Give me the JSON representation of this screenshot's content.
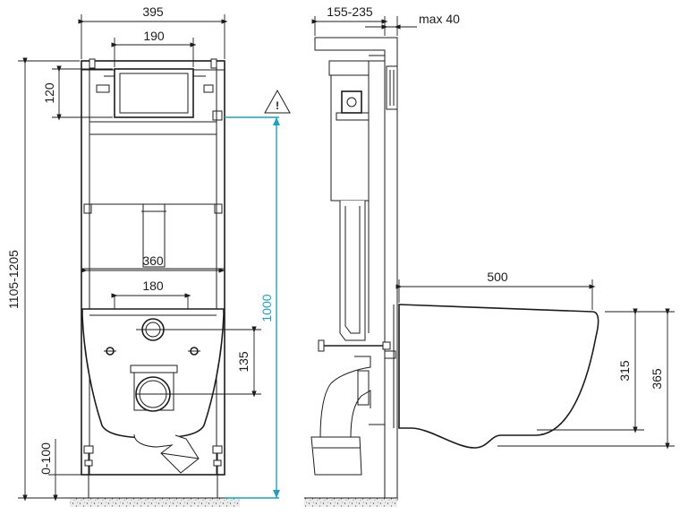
{
  "dimensions": {
    "frame_width": "395",
    "panel_width": "190",
    "panel_height": "120",
    "total_height": "1105-1205",
    "foot_adjust": "0-100",
    "bolt_spacing": "360",
    "pipe_spacing": "180",
    "pipe_offset": "135",
    "flush_height": "1000",
    "depth": "155-235",
    "wall_max": "max 40",
    "bowl_length": "500",
    "bowl_height_inner": "315",
    "bowl_height_outer": "365"
  },
  "warning_symbol": "!",
  "colors": {
    "line": "#1c1c1c",
    "accent": "#1aa3c1",
    "wall_fill": "#e6e6e6"
  }
}
